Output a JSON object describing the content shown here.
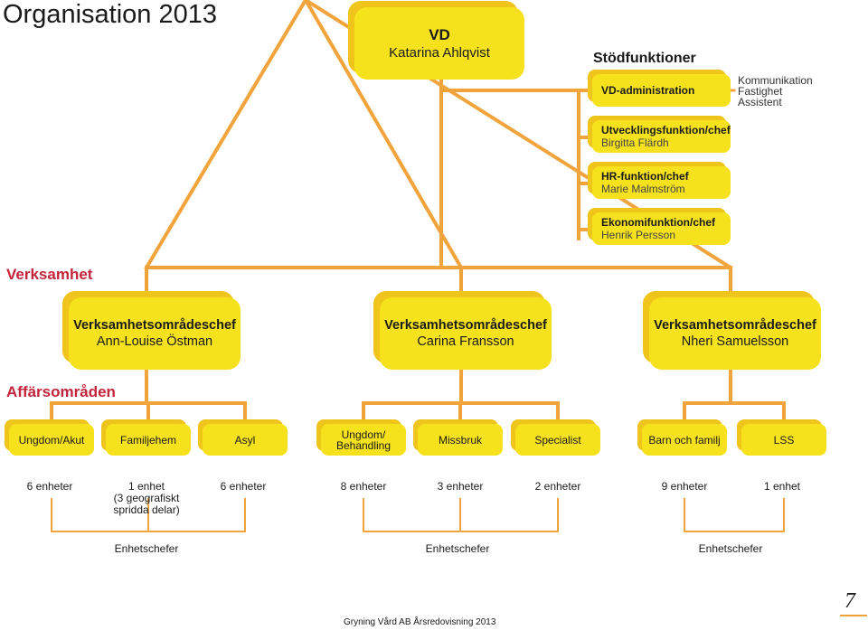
{
  "title": "Organisation 2013",
  "vd": {
    "title": "VD",
    "name": "Katarina Ahlqvist"
  },
  "stodfunktioner": {
    "heading": "Stödfunktioner",
    "side_list": [
      "Kommunikation",
      "Fastighet",
      "Assistent"
    ],
    "units": [
      {
        "title": "VD-administration",
        "name": ""
      },
      {
        "title": "Utvecklingsfunktion/chef",
        "name": "Birgitta Flärdh"
      },
      {
        "title": "HR-funktion/chef",
        "name": "Marie Malmström"
      },
      {
        "title": "Ekonomifunktion/chef",
        "name": "Henrik Persson"
      }
    ]
  },
  "verksamhet": {
    "heading": "Verksamhet",
    "areas": [
      {
        "title": "Verksamhetsområdeschef",
        "name": "Ann-Louise Östman"
      },
      {
        "title": "Verksamhetsområdeschef",
        "name": "Carina Fransson"
      },
      {
        "title": "Verksamhetsområdeschef",
        "name": "Nheri Samuelsson"
      }
    ]
  },
  "affarsomraden": {
    "heading": "Affärsområden",
    "items": [
      {
        "label": "Ungdom/Akut",
        "count": "6 enheter"
      },
      {
        "label": "Familjehem",
        "count": "1 enhet\n(3 geografiskt\nspridda delar)"
      },
      {
        "label": "Asyl",
        "count": "6 enheter"
      },
      {
        "label": "Ungdom/\nBehandling",
        "count": "8 enheter"
      },
      {
        "label": "Missbruk",
        "count": "3 enheter"
      },
      {
        "label": "Specialist",
        "count": "2 enheter"
      },
      {
        "label": "Barn och familj",
        "count": "9 enheter"
      },
      {
        "label": "LSS",
        "count": "1 enhet"
      }
    ]
  },
  "enhetschefer": [
    "Enhetschefer",
    "Enhetschefer",
    "Enhetschefer"
  ],
  "footer": "Gryning Vård AB Årsredovisning 2013",
  "page_number": "7",
  "colors": {
    "box": "#f6e21c",
    "box_shadow": "#efc41b",
    "line": "#f1a33c",
    "heading_red": "#c4243b"
  }
}
